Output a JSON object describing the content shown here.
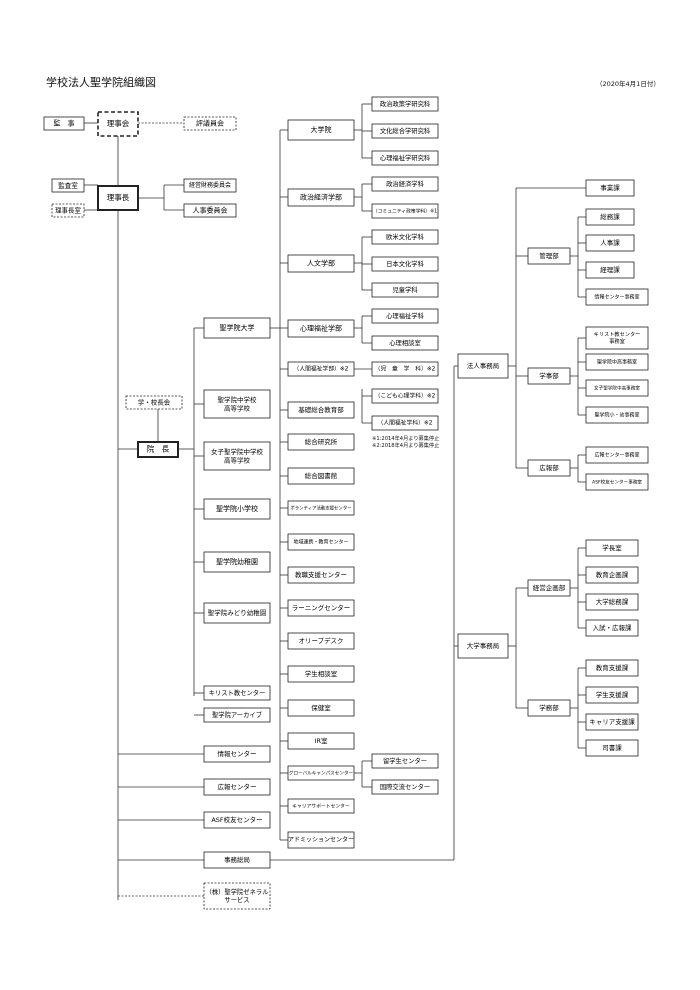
{
  "title": "学校法人聖学院組織図",
  "date": "（2020年4月1日付）",
  "notes": [
    "※1:2014年4月より募集停止",
    "※2:2018年4月より募集停止"
  ],
  "nodes": {
    "kanji": "監　事",
    "rijikai": "理事会",
    "hyogiinkai": "評議員会",
    "kansashitsu": "監査室",
    "rijichoshitsu": "理事長室",
    "rijicho": "理事長",
    "keiei": "経営財務委員会",
    "jinji_iinkai": "人事委員会",
    "gakkochokai": "学・校長会",
    "incho": "院　長",
    "daigaku": "大学院",
    "seiji_kenkyuka": "政治政策学研究科",
    "bunka_kenkyuka": "文化総合学研究科",
    "shinri_kenkyuka": "心理福祉学研究科",
    "seiji_gakubu": "政治経済学部",
    "seiji_gakka": "政治経済学科",
    "community": "（コミュニティ政策学科）※1",
    "jinbun": "人文学部",
    "obei": "欧米文化学科",
    "nihon": "日本文化学科",
    "jido": "児童学科",
    "shinri_gakubu": "心理福祉学部",
    "shinri_gakka": "心理福祉学科",
    "shinri_sodan": "心理相談室",
    "ningen_gakubu": "（人間福祉学部）※2",
    "jido_kakko": "（児　童　学　科）※2",
    "kodomo": "（こども心理学科）※2",
    "ningen_gakka": "（人間福祉学科）※2",
    "kiso": "基礎総合教育部",
    "sogo_kenkyu": "総合研究所",
    "tosho": "総合図書館",
    "volunteer": "ボランティア活動支援センター",
    "chiiki": "地域連携・教育センター",
    "kyoshoku": "教職支援センター",
    "learning": "ラーニングセンター",
    "olive": "オリーブデスク",
    "gakusei_sodan": "学生相談室",
    "hoken": "保健室",
    "ic": "IR室",
    "global": "グローバルキャンパスセンター",
    "ryugaku": "留学生センター",
    "kokusai": "国際交流センター",
    "career_support": "キャリアサポートセンター",
    "admission": "アドミッションセンター",
    "seigakuin_daigaku": "聖学院大学",
    "seigakuin_chukou": "聖学院中学校\n高等学校",
    "joshi_chukou": "女子聖学院中学校\n高等学校",
    "shogakko": "聖学院小学校",
    "yochien": "聖学院幼稚園",
    "midori": "聖学院みどり幼稚園",
    "kirisuto": "キリスト教センター",
    "archive": "聖学院アーカイブ",
    "joho": "情報センター",
    "koho_center": "広報センター",
    "asf": "ASF校友センター",
    "jimu_sokyoku": "事務総局",
    "general": "（株）聖学院ゼネラル\nサービス",
    "hojin_jimukyoku": "法人事務局",
    "jigyoka": "事業課",
    "kanribu": "管理部",
    "somuka": "総務課",
    "jinjika": "人事課",
    "keirika": "経理課",
    "joho_jimushitsu": "情報センター事務室",
    "gakujibu": "学事部",
    "kirisuto_jimu": "キリスト教センター\n事務室",
    "chukou_jimu": "聖学院中高事務室",
    "joshi_jimu": "女子聖学院中高事務室",
    "sho_yo_jimu": "聖学院小・幼事務室",
    "kohobu": "広報部",
    "koho_jimu": "広報センター事務室",
    "asf_jimu": "ASF校友センター事務室",
    "daigaku_jimukyoku": "大学事務局",
    "keiei_kikakubu": "経営企画部",
    "gakuchoshitsu": "学長室",
    "kyoiku_kikaku": "教育企画課",
    "daigaku_somu": "大学総務課",
    "nyushi": "入試・広報課",
    "gakumubu": "学務部",
    "kyoiku_shien": "教育支援課",
    "gakusei_shien": "学生支援課",
    "career_shien": "キャリア支援課",
    "shisho": "司書課"
  }
}
